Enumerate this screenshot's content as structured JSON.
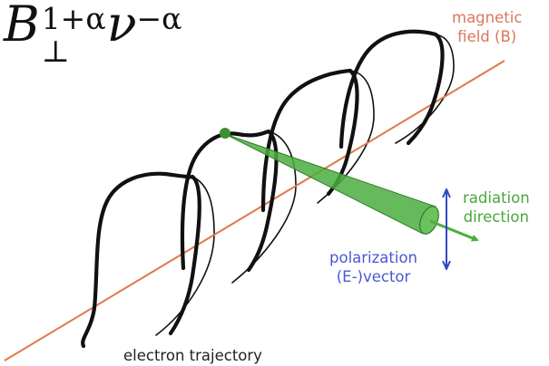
{
  "formula": {
    "base": "B",
    "base_sup": "1+α",
    "base_sub": "⊥",
    "nu": "ν",
    "nu_sup": "−α"
  },
  "labels": {
    "magnetic_field": [
      "magnetic",
      "field (B)"
    ],
    "radiation_direction": [
      "radiation",
      "direction"
    ],
    "polarization_vector": [
      "polarization",
      "(E-)vector"
    ],
    "electron_trajectory": "electron trajectory"
  },
  "colors": {
    "field_line": "#e07848",
    "trajectory": "#111111",
    "radiation": "#4cae3e",
    "polarization": "#2f49c4",
    "magnetic_label": "#d9785a",
    "radiation_label": "#4aa63c",
    "polarization_label": "#4958d4",
    "trajectory_label": "#222222"
  }
}
